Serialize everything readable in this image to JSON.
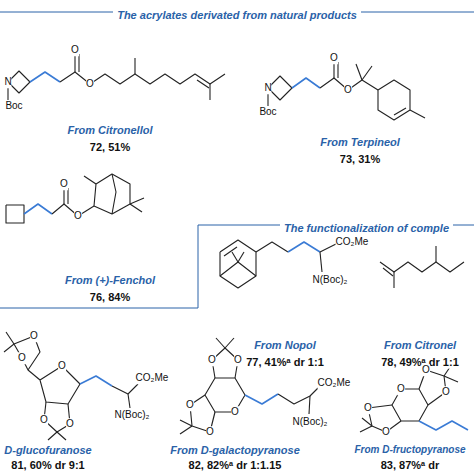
{
  "diagram": {
    "nodes": [
      {
        "text": [
          "The acrylates derivated from natural products"
        ]
      },
      {
        "text": [
          "The functionalization of comple"
        ]
      }
    ],
    "labels": [
      "From Citronellol",
      "72, 51%",
      "N",
      "Boc",
      "O",
      "O",
      "From Terpineol",
      "73, 31%",
      "N",
      "Boc",
      "O",
      "O",
      "From (+)-Fenchol",
      "76, 84%",
      "O",
      "O",
      "From Nopol",
      "77, 41%ᵃ dr 1:1",
      "CO₂Me",
      "N(Boc)₂",
      "From Citronel",
      "78, 49%ᵃ dr 1:1",
      "D-glucofuranose",
      "81, 60% dr 9:1",
      "CO₂Me",
      "N(Boc)₂",
      "O",
      "O",
      "O",
      "O",
      "O",
      "From D-galactopyranose",
      "82, 82%ᵃ dr 1:1.15",
      "CO₂Me",
      "N(Boc)₂",
      "O",
      "O",
      "O",
      "O",
      "O",
      "From D-fructopyranose",
      "83, 87%ᵃ dr",
      "O",
      "O",
      "O",
      "O",
      "O"
    ]
  }
}
